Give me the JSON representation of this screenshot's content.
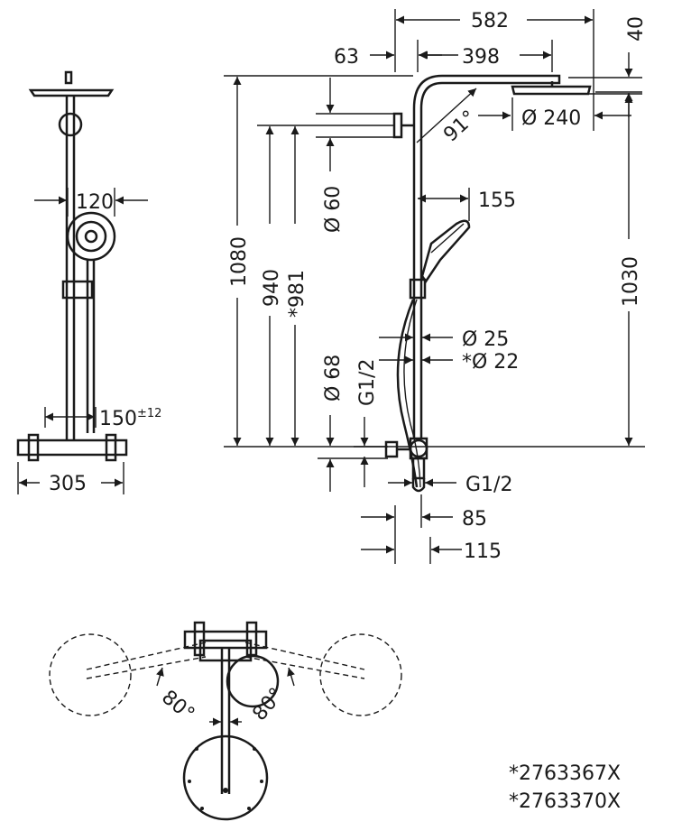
{
  "front_view": {
    "width_120": "120",
    "spacing_150": "150",
    "tolerance": "±12",
    "width_305": "305"
  },
  "side_view": {
    "width_582": "582",
    "offset_63": "63",
    "arm_398": "398",
    "head_40": "40",
    "angle_91": "91°",
    "head_dia_240": "Ø 240",
    "handshower_155": "155",
    "dia_60": "Ø 60",
    "height_1080": "1080",
    "height_940": "940",
    "height_981": "*981",
    "height_1030": "1030",
    "pipe_dia_25": "Ø 25",
    "pipe_dia_22": "*Ø 22",
    "dia_68": "Ø 68",
    "thread_g12_vertical": "G1/2",
    "thread_g12": "G1/2",
    "depth_85": "85",
    "depth_115": "115"
  },
  "top_view": {
    "angle_left": "80°",
    "angle_right": "80°"
  },
  "notes": [
    "*2763367X",
    "*2763370X"
  ]
}
